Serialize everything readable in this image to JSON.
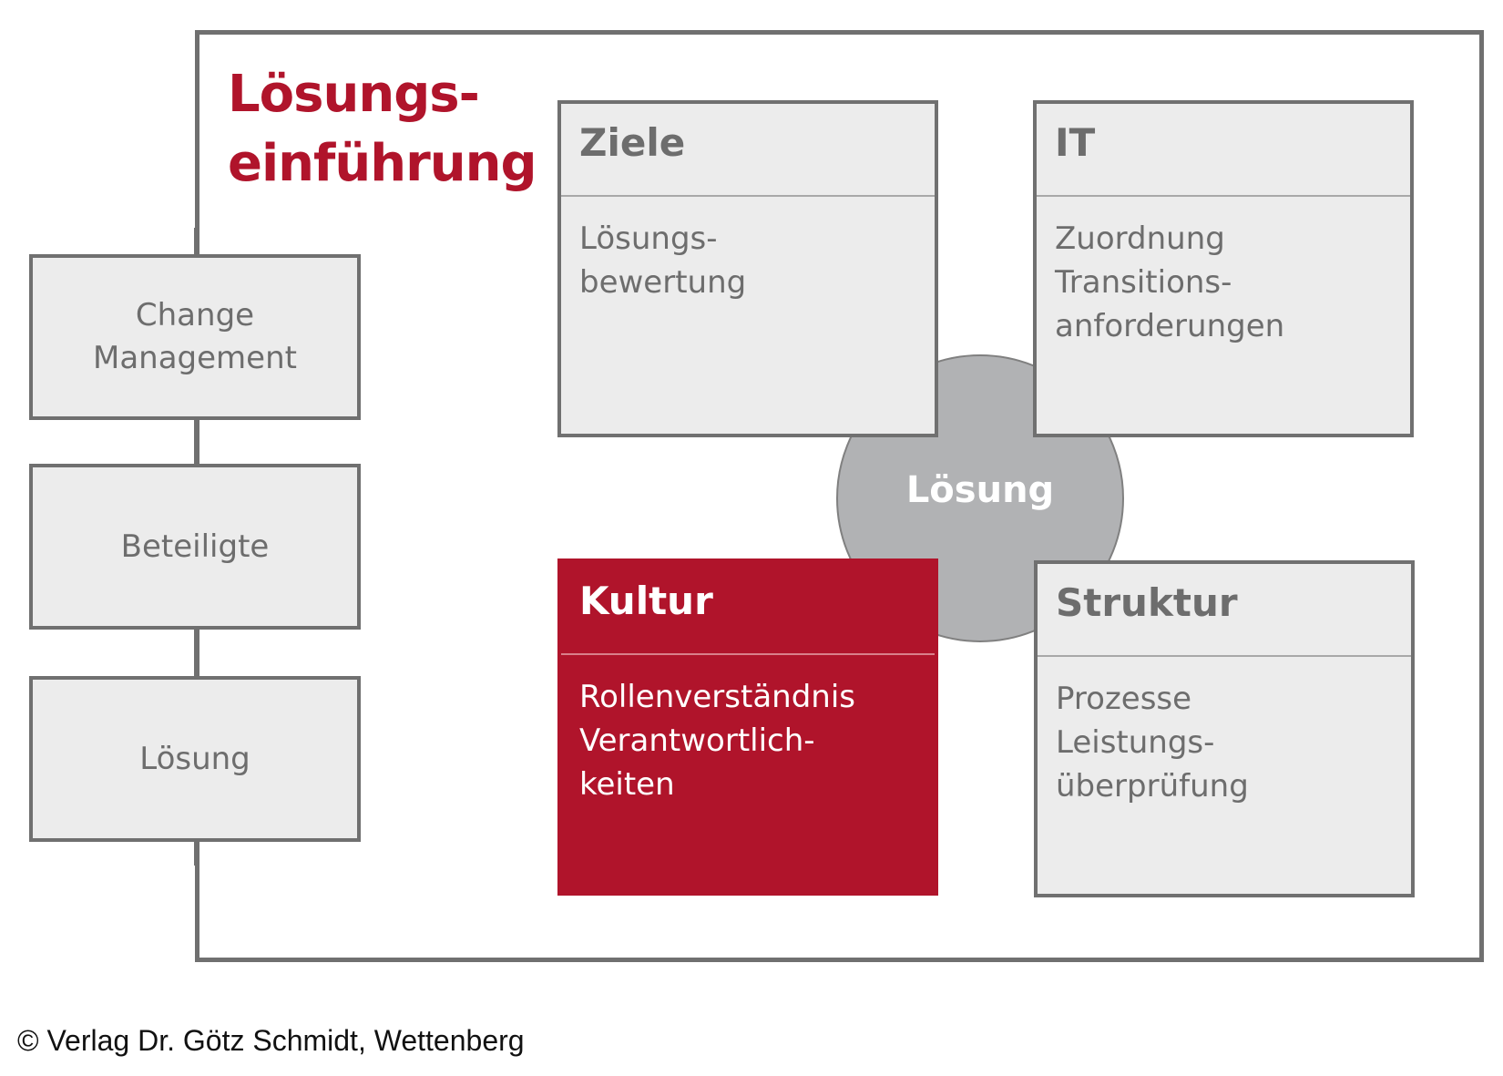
{
  "title_lines": [
    "Lösungs-",
    "einführung"
  ],
  "left_boxes": [
    {
      "lines": [
        "Change",
        "Management"
      ]
    },
    {
      "lines": [
        "Beteiligte"
      ]
    },
    {
      "lines": [
        "Lösung"
      ]
    }
  ],
  "center_label": "Lösung",
  "quadrants": {
    "ziele": {
      "title": "Ziele",
      "lines": [
        "Lösungs-",
        "bewertung"
      ]
    },
    "it": {
      "title": "IT",
      "lines": [
        "Zuordnung",
        "Transitions-",
        "anforderungen"
      ]
    },
    "kultur": {
      "title": "Kultur",
      "lines": [
        "Rollenverständnis",
        "Verantwortlich-",
        "keiten"
      ]
    },
    "struktur": {
      "title": "Struktur",
      "lines": [
        "Prozesse",
        "Leistungs-",
        "überprüfung"
      ]
    }
  },
  "copyright": "© Verlag Dr. Götz Schmidt, Wettenberg",
  "colors": {
    "accent": "#b0142b",
    "border": "#707070",
    "box_fill": "#ececec",
    "circle": "#b1b2b4"
  }
}
